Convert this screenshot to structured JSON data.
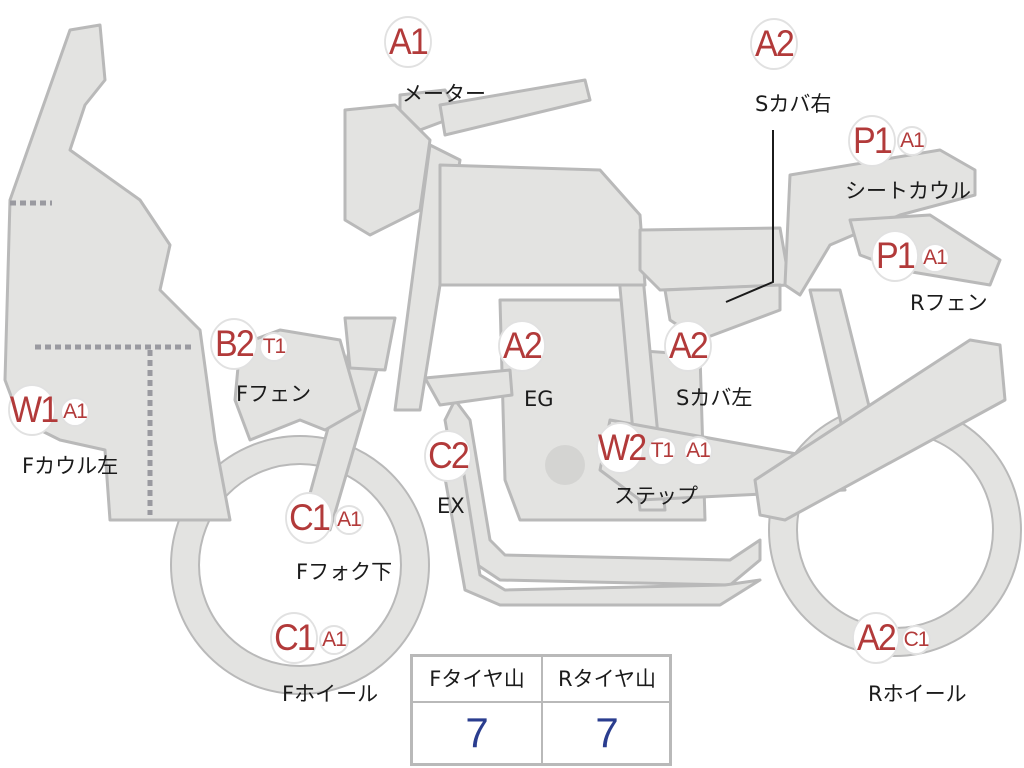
{
  "colors": {
    "body_fill": "#e3e3e1",
    "body_stroke": "#b9b9b9",
    "code_text": "#b23a3a",
    "value_text": "#2a3d8f"
  },
  "parts": [
    {
      "id": "meter",
      "code": "A1",
      "label": "メーター"
    },
    {
      "id": "side-cover-right",
      "code": "A2",
      "label": "Sカバ右"
    },
    {
      "id": "seat-cowl",
      "code": "P1",
      "sub": "A1",
      "label": "シートカウル"
    },
    {
      "id": "rear-fender",
      "code": "P1",
      "sub": "A1",
      "label": "Rフェン"
    },
    {
      "id": "front-fender",
      "code": "B2",
      "sub": "T1",
      "label": "Fフェン"
    },
    {
      "id": "front-cowl-left",
      "code": "W1",
      "sub": "A1",
      "label": "Fカウル左"
    },
    {
      "id": "engine",
      "code": "A2",
      "label": "EG"
    },
    {
      "id": "side-cover-left",
      "code": "A2",
      "label": "Sカバ左"
    },
    {
      "id": "exhaust",
      "code": "C2",
      "label": "EX"
    },
    {
      "id": "step",
      "code": "W2",
      "sub": "T1",
      "sub2": "A1",
      "label": "ステップ"
    },
    {
      "id": "front-fork-lower",
      "code": "C1",
      "sub": "A1",
      "label": "Fフォク下"
    },
    {
      "id": "front-wheel",
      "code": "C1",
      "sub": "A1",
      "label": "Fホイール"
    },
    {
      "id": "rear-wheel",
      "code": "A2",
      "sub": "C1",
      "label": "Rホイール"
    }
  ],
  "tire_table": {
    "front_header": "Fタイヤ山",
    "rear_header": "Rタイヤ山",
    "front_value": "7",
    "rear_value": "7"
  }
}
